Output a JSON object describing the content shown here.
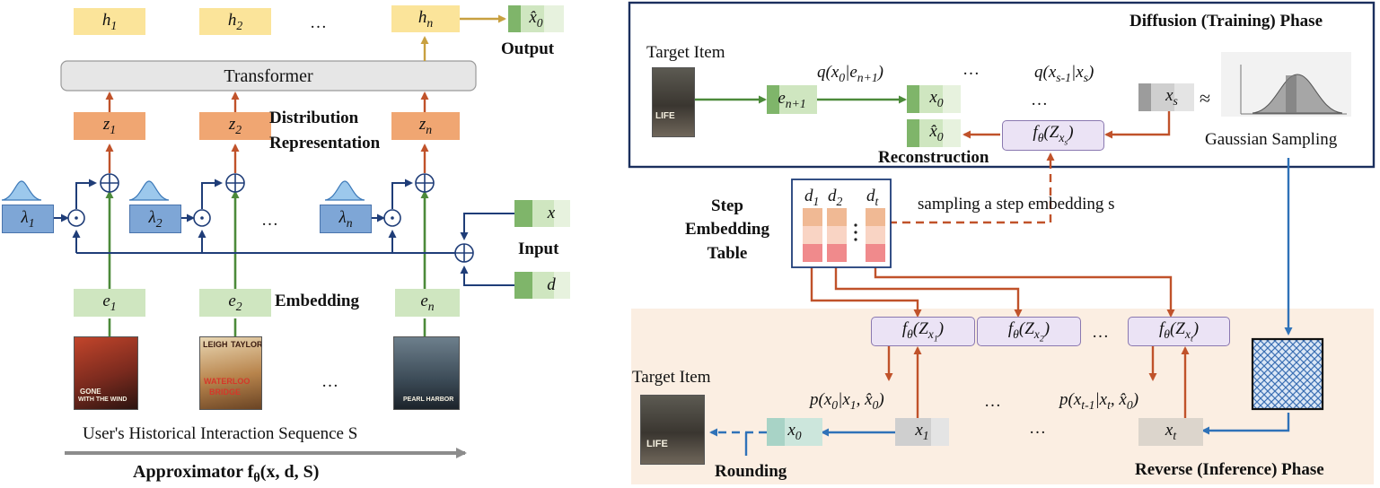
{
  "left": {
    "hidden": [
      "h_1",
      "h_2",
      "…",
      "h_n"
    ],
    "transformer": "Transformer",
    "output_label": "Output",
    "output_var": "x̂_0",
    "z": [
      "z_1",
      "z_2",
      "z_n"
    ],
    "dist_rep": [
      "Distribution",
      "Representation"
    ],
    "lambdas": [
      "λ_1",
      "λ_2",
      "λ_n"
    ],
    "ellipsis": "…",
    "input_label": "Input",
    "input_x": "x",
    "input_d": "d",
    "embeddings": [
      "e_1",
      "e_2",
      "e_n"
    ],
    "embedding_label": "Embedding",
    "posters": [
      {
        "lines": [
          "GONE",
          "WITH THE WIND"
        ],
        "color": "#7a2a1e"
      },
      {
        "lines": [
          "LEIGH",
          "TAYLOR",
          "WATERLOO",
          "BRIDGE"
        ],
        "color": "#9c6a3a"
      },
      {
        "lines": [
          "PEARL HARBOR"
        ],
        "color": "#3b4a56"
      }
    ],
    "sequence_label": "User's Historical Interaction Sequence S",
    "approximator": "Approximator f_θ(x, d, S)"
  },
  "right": {
    "diffusion_title": "Diffusion (Training) Phase",
    "target_item": "Target Item",
    "poster_text": "LIFE",
    "e_next": "e_{n+1}",
    "q_first": "q(x_0|e_{n+1})",
    "q_last": "q(x_{s-1}|x_s)",
    "x0": "x_0",
    "x0_hat": "x̂_0",
    "xs": "x_s",
    "approx": "≈",
    "f_theta_s": "f_θ(Z_{x_s})",
    "reconstruction": "Reconstruction",
    "gaussian": "Gaussian Sampling",
    "step_table": [
      "Step",
      "Embedding",
      "Table"
    ],
    "steps": [
      "d_1",
      "d_2",
      "d_t"
    ],
    "sampling_text": "sampling a step embedding s",
    "reverse_fs": [
      "f_θ(Z_{x_1})",
      "f_θ(Z_{x_2})",
      "f_θ(Z_{x_t})"
    ],
    "p_first": "p(x_0|x_1, x̂_0)",
    "p_last": "p(x_{t-1}|x_t, x̂_0)",
    "x_1": "x_1",
    "x_t": "x_t",
    "rounding": "Rounding",
    "reverse_title": "Reverse (Inference) Phase"
  },
  "colors": {
    "orange_arrow": "#c0522a",
    "green_arrow": "#4c8a3a",
    "blue_arrow": "#2f72b8",
    "navy": "#1f3d78",
    "gold_arrow": "#c8a040",
    "reverse_bg": "#fbeee2",
    "f_box": "#ebe3f5"
  }
}
